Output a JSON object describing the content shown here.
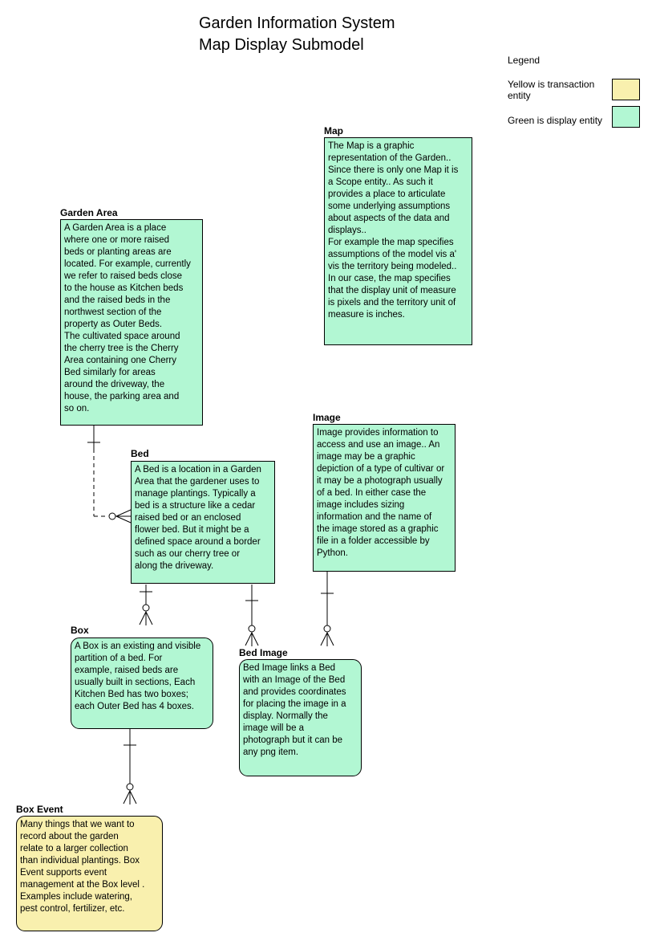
{
  "title": {
    "line1": "Garden Information System",
    "line2": "Map Display Submodel"
  },
  "legend": {
    "heading": "Legend",
    "items": [
      {
        "label": "Yellow is transaction entity",
        "color": "#F9F0AE"
      },
      {
        "label": "Green is display entity",
        "color": "#B2F7D3"
      }
    ]
  },
  "entities": {
    "map": {
      "label": "Map",
      "color": "#B2F7D3",
      "body": "The Map is a graphic\nrepresentation of the Garden..\nSince there is only one Map it is\na Scope entity.. As such it\nprovides a place to articulate\nsome underlying assumptions\nabout aspects of the data and\ndisplays..\nFor example  the map specifies\nassumptions of the model vis a'\nvis the territory being modeled..\nIn our case, the map specifies\nthat the display unit of measure\nis  pixels and the territory unit of\nmeasure is inches."
    },
    "garden_area": {
      "label": "Garden Area",
      "color": "#B2F7D3",
      "body": "A Garden Area  is a place\nwhere one or more raised\nbeds or planting areas are\nlocated. For example, currently\nwe refer to raised beds close\nto the house as Kitchen beds\nand the  raised beds in the\nnorthwest section of the\nproperty as Outer Beds.\nThe cultivated  space around\nthe cherry tree  is the Cherry\nArea containing one Cherry\nBed  similarly  for areas\naround the driveway, the\nhouse, the parking area and\nso on."
    },
    "bed": {
      "label": "Bed",
      "color": "#B2F7D3",
      "body": "A Bed  is a location in a Garden\nArea  that the gardener uses to\nmanage plantings. Typically a\nbed is a structure like a cedar\nraised bed or an enclosed\nflower bed. But it might be a\ndefined space around a border\nsuch as our cherry tree or\nalong the driveway."
    },
    "image": {
      "label": "Image",
      "color": "#B2F7D3",
      "body": "Image provides information to\naccess and use an image.. An\nimage may be a graphic\ndepiction of a type of cultivar or\nit may be a photograph usually\nof a bed. In either case the\nimage includes sizing\ninformation and the name of\nthe image stored  as a graphic\nfile in a folder accessible by\nPython."
    },
    "box": {
      "label": "Box",
      "color": "#B2F7D3",
      "body": "A Box is an existing and visible\npartition of a bed.  For\nexample, raised beds are\nusually built in sections, Each\nKitchen Bed has two boxes;\neach Outer Bed has 4 boxes."
    },
    "bed_image": {
      "label": "Bed Image",
      "color": "#B2F7D3",
      "body": "Bed Image links a Bed\nwith an Image of the Bed\nand provides coordinates\nfor placing the image in a\ndisplay. Normally the\nimage will be a\nphotograph but it can be\nany png item."
    },
    "box_event": {
      "label": "Box Event",
      "color": "#F9F0AE",
      "body": "Many things that we want to\nrecord about  the garden\nrelate to a larger collection\nthan individual plantings. Box\nEvent supports event\nmanagement at the Box level .\nExamples include watering,\npest control, fertilizer, etc."
    }
  },
  "connectors": [
    {
      "from": "Garden Area",
      "to": "Bed",
      "line": "dashed",
      "from_end": "one",
      "to_end": "zero-or-many"
    },
    {
      "from": "Bed",
      "to": "Box",
      "line": "solid",
      "from_end": "one",
      "to_end": "zero-or-many"
    },
    {
      "from": "Bed",
      "to": "Bed Image",
      "line": "solid",
      "from_end": "one",
      "to_end": "zero-or-many"
    },
    {
      "from": "Image",
      "to": "Bed Image",
      "line": "solid",
      "from_end": "one",
      "to_end": "zero-or-many"
    },
    {
      "from": "Box",
      "to": "Box Event",
      "line": "solid",
      "from_end": "one",
      "to_end": "zero-or-many"
    }
  ]
}
